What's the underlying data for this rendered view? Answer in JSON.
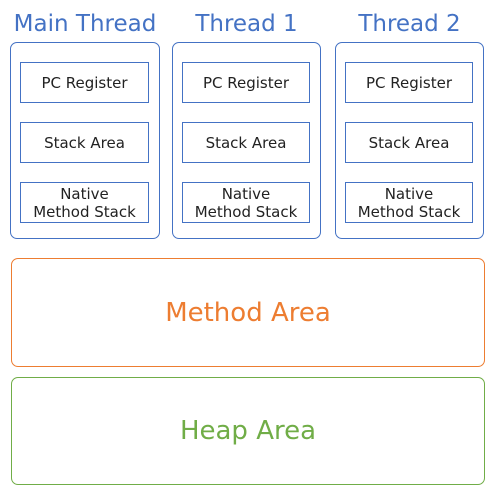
{
  "threads": [
    {
      "title": "Main Thread",
      "pc_register": "PC Register",
      "stack_area": "Stack Area",
      "native_method_stack": "Native\nMethod Stack"
    },
    {
      "title": "Thread 1",
      "pc_register": "PC Register",
      "stack_area": "Stack Area",
      "native_method_stack": "Native\nMethod Stack"
    },
    {
      "title": "Thread 2",
      "pc_register": "PC Register",
      "stack_area": "Stack Area",
      "native_method_stack": "Native\nMethod Stack"
    }
  ],
  "shared_areas": {
    "method_area": "Method Area",
    "heap_area": "Heap Area"
  },
  "colors": {
    "thread": "#4472c4",
    "method_area": "#ed7d31",
    "heap_area": "#70ad47",
    "box_text": "#222222"
  }
}
